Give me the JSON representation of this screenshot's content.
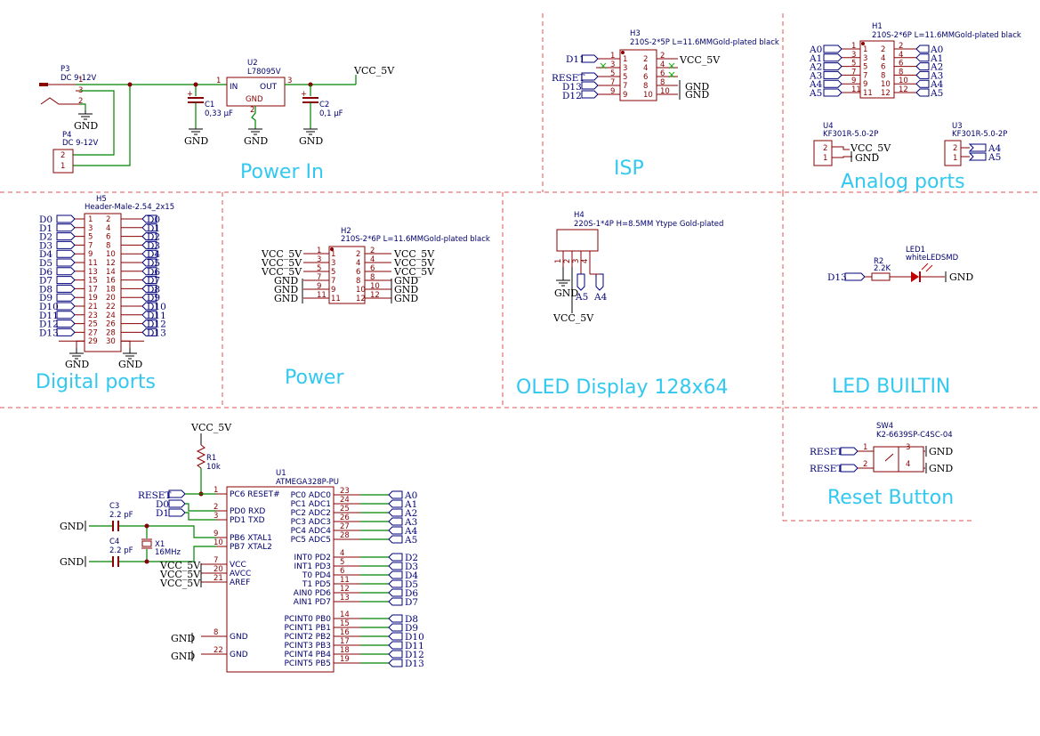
{
  "sections": {
    "power_in": "Power In",
    "isp": "ISP",
    "analog_ports": "Analog ports",
    "digital_ports": "Digital ports",
    "power": "Power",
    "oled": "OLED Display 128x64",
    "led_builtin": "LED BUILTIN",
    "reset_button": "Reset Button"
  },
  "power_in": {
    "p3_ref": "P3",
    "p3_val": "DC 9-12V",
    "p4_ref": "P4",
    "p4_val": "DC 9-12V",
    "u2_ref": "U2",
    "u2_val": "L78095V",
    "u2_in": "IN",
    "u2_out": "OUT",
    "u2_gnd": "GND",
    "c1_ref": "C1",
    "c1_val": "0,33 µF",
    "c2_ref": "C2",
    "c2_val": "0,1 µF",
    "vcc": "VCC_5V",
    "gnd": "GND"
  },
  "isp": {
    "ref": "H3",
    "value": "210S-2*5P L=11.6MMGold-plated black",
    "left_nets": [
      "D11",
      "",
      "",
      "RESET",
      "D13",
      "D12"
    ],
    "right_vcc": "VCC_5V",
    "gnd": "GND"
  },
  "analog": {
    "h1_ref": "H1",
    "h1_val": "210S-2*6P L=11.6MMGold-plated black",
    "nets": [
      "A0",
      "A1",
      "A2",
      "A3",
      "A4",
      "A5"
    ],
    "u4_ref": "U4",
    "u4_val": "KF301R-5.0-2P",
    "u3_ref": "U3",
    "u3_val": "KF301R-5.0-2P",
    "vcc": "VCC_5V",
    "gnd": "GND",
    "a4": "A4",
    "a5": "A5"
  },
  "digital": {
    "ref": "H5",
    "value": "Header-Male-2.54_2x15",
    "nets": [
      "D0",
      "D1",
      "D2",
      "D3",
      "D4",
      "D5",
      "D6",
      "D7",
      "D8",
      "D9",
      "D10",
      "D11",
      "D12",
      "D13"
    ],
    "gnd": "GND"
  },
  "power_header": {
    "ref": "H2",
    "value": "210S-2*6P L=11.6MMGold-plated black",
    "nets": [
      "VCC_5V",
      "VCC_5V",
      "VCC_5V",
      "GND",
      "GND",
      "GND"
    ]
  },
  "oled": {
    "ref": "H4",
    "value": "220S-1*4P H=8.5MM Ytype Gold-plated",
    "gnd": "GND",
    "vcc": "VCC_5V",
    "a5": "A5",
    "a4": "A4"
  },
  "led": {
    "r_ref": "R2",
    "r_val": "2.2K",
    "led_ref": "LED1",
    "led_val": "whiteLEDSMD",
    "net": "D13",
    "gnd": "GND"
  },
  "reset": {
    "ref": "SW4",
    "value": "K2-6639SP-C4SC-04",
    "net": "RESET",
    "gnd": "GND"
  },
  "mcu": {
    "ref": "U1",
    "value": "ATMEGA328P-PU",
    "r1_ref": "R1",
    "r1_val": "10k",
    "c3_ref": "C3",
    "c3_val": "2.2 pF",
    "c4_ref": "C4",
    "c4_val": "2.2 pF",
    "x1_ref": "X1",
    "x1_val": "16MHz",
    "vcc": "VCC_5V",
    "gnd": "GND",
    "reset": "RESET",
    "d0": "D0",
    "d1": "D1",
    "left_pins": [
      {
        "num": "1",
        "name": "PC6 RESET#"
      },
      {
        "num": "2",
        "name": "PD0 RXD"
      },
      {
        "num": "3",
        "name": "PD1 TXD"
      },
      {
        "num": "9",
        "name": "PB6 XTAL1"
      },
      {
        "num": "10",
        "name": "PB7 XTAL2"
      },
      {
        "num": "7",
        "name": "VCC"
      },
      {
        "num": "20",
        "name": "AVCC"
      },
      {
        "num": "21",
        "name": "AREF"
      },
      {
        "num": "8",
        "name": "GND"
      },
      {
        "num": "22",
        "name": "GND"
      }
    ],
    "right_pins": [
      {
        "num": "23",
        "name": "PC0 ADC0",
        "net": "A0"
      },
      {
        "num": "24",
        "name": "PC1 ADC1",
        "net": "A1"
      },
      {
        "num": "25",
        "name": "PC2 ADC2",
        "net": "A2"
      },
      {
        "num": "26",
        "name": "PC3 ADC3",
        "net": "A3"
      },
      {
        "num": "27",
        "name": "PC4 ADC4",
        "net": "A4"
      },
      {
        "num": "28",
        "name": "PC5 ADC5",
        "net": "A5"
      },
      {
        "num": "4",
        "name": "INT0 PD2",
        "net": "D2"
      },
      {
        "num": "5",
        "name": "INT1 PD3",
        "net": "D3"
      },
      {
        "num": "6",
        "name": "T0 PD4",
        "net": "D4"
      },
      {
        "num": "11",
        "name": "T1 PD5",
        "net": "D5"
      },
      {
        "num": "12",
        "name": "AIN0 PD6",
        "net": "D6"
      },
      {
        "num": "13",
        "name": "AIN1 PD7",
        "net": "D7"
      },
      {
        "num": "14",
        "name": "PCINT0 PB0",
        "net": "D8"
      },
      {
        "num": "15",
        "name": "PCINT1 PB1",
        "net": "D9"
      },
      {
        "num": "16",
        "name": "PCINT2 PB2",
        "net": "D10"
      },
      {
        "num": "17",
        "name": "PCINT3 PB3",
        "net": "D11"
      },
      {
        "num": "18",
        "name": "PCINT4 PB4",
        "net": "D12"
      },
      {
        "num": "19",
        "name": "PCINT5 PB5",
        "net": "D13"
      }
    ]
  }
}
